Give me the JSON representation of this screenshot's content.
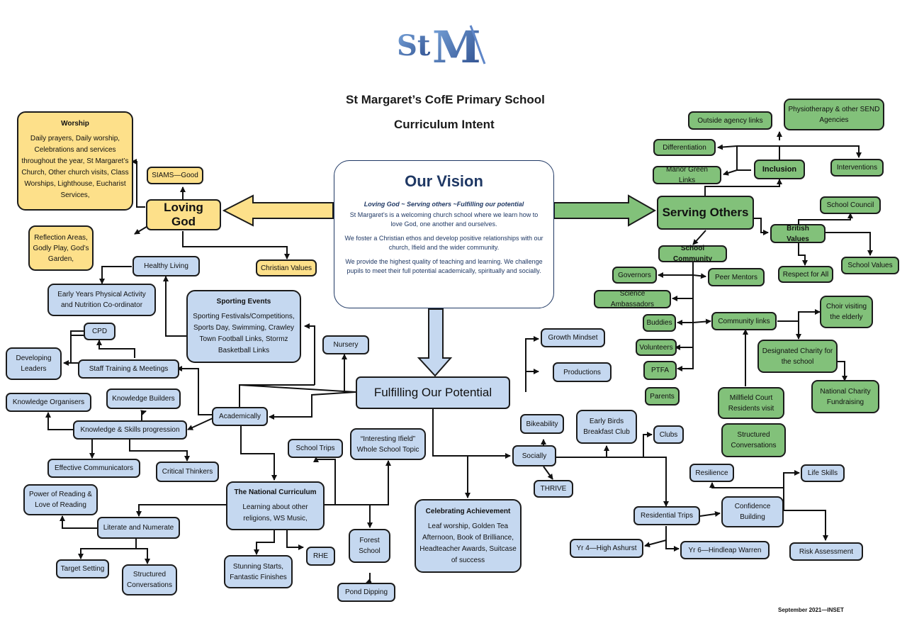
{
  "header": {
    "logo_text": "St M",
    "school_name": "St Margaret’s CofE Primary School",
    "subtitle": "Curriculum Intent"
  },
  "vision": {
    "heading": "Our Vision",
    "tagline": "Loving God ~ Serving others ~Fulfilling our potential",
    "para1": "St Margaret’s is a welcoming church school where we learn how to love God, one another and ourselves.",
    "para2": "We foster a Christian ethos and develop positive relationships with our church, Ifield and the wider community.",
    "para3": "We provide the highest quality of teaching and learning. We challenge pupils to meet their full potential academically, spiritually and socially."
  },
  "loving_god": {
    "title": "Loving God",
    "worship_title": "Worship",
    "worship_text": "Daily prayers, Daily worship, Celebrations and services throughout the year, St Margaret’s Church, Other church visits, Class Worships, Lighthouse, Eucharist Services,",
    "siams": "SIAMS—Good",
    "reflection": "Reflection Areas, Godly Play, God’s Garden,",
    "christian_values": "Christian Values"
  },
  "serving_others": {
    "title": "Serving Others",
    "outside_agency": "Outside agency links",
    "physio": "Physiotherapy & other SEND Agencies",
    "differentiation": "Differentiation",
    "inclusion": "Inclusion",
    "interventions": "Interventions",
    "manor_green": "Manor Green Links",
    "school_council": "School Council",
    "british_values": "British Values",
    "respect": "Respect for All",
    "school_values": "School Values",
    "school_community": "School Community",
    "governors": "Governors",
    "peer_mentors": "Peer Mentors",
    "science_ambassadors": "Science Ambassadors",
    "buddies": "Buddies",
    "community_links": "Community links",
    "choir": "Choir visiting the elderly",
    "volunteers": "Volunteers",
    "designated_charity": "Designated Charity for the school",
    "ptfa": "PTFA",
    "national_charity": "National Charity Fundraising",
    "parents": "Parents",
    "millfield": "Millfield Court Residents visit",
    "structured_conv_green": "Structured Conversations"
  },
  "fulfilling": {
    "title": "Fulfilling Our Potential",
    "growth_mindset": "Growth Mindset",
    "productions": "Productions",
    "nursery": "Nursery",
    "academically": "Academically",
    "healthy_living": "Healthy Living",
    "early_years": "Early Years Physical Activity and Nutrition Co-ordinator",
    "sporting_title": "Sporting Events",
    "sporting_text": "Sporting Festivals/Competitions, Sports Day, Swimming, Crawley Town Football Links, Stormz Basketball Links",
    "cpd": "CPD",
    "developing_leaders": "Developing Leaders",
    "staff_training": "Staff Training & Meetings",
    "knowledge_organisers": "Knowledge Organisers",
    "knowledge_builders": "Knowledge Builders",
    "knowledge_skills": "Knowledge & Skills progression",
    "effective_communicators": "Effective Communicators",
    "critical_thinkers": "Critical Thinkers",
    "school_trips": "School Trips",
    "interesting_ifield": "“Interesting Ifield” Whole School Topic",
    "power_of_reading": "Power of Reading & Love of Reading",
    "national_curriculum_title": "The National Curriculum",
    "national_curriculum_text": "Learning about other religions, WS Music,",
    "literate_numerate": "Literate and Numerate",
    "target_setting": "Target Setting",
    "structured_conv_blue": "Structured Conversations",
    "stunning_starts": "Stunning Starts, Fantastic Finishes",
    "rhe": "RHE",
    "forest_school": "Forest School",
    "pond_dipping": "Pond Dipping",
    "celebrating_title": "Celebrating Achievement",
    "celebrating_text": "Leaf worship, Golden Tea Afternoon, Book of Brilliance, Headteacher Awards, Suitcase of success",
    "bikeability": "Bikeability",
    "early_birds": "Early Birds Breakfast Club",
    "clubs": "Clubs",
    "socially": "Socially",
    "thrive": "THRIVE",
    "resilience": "Resilience",
    "life_skills": "Life Skills",
    "residential": "Residential Trips",
    "confidence": "Confidence Building",
    "yr4": "Yr 4—High Ashurst",
    "yr6": "Yr 6—Hindleap Warren",
    "risk": "Risk Assessment"
  },
  "footer": {
    "date": "September 2021—INSET"
  },
  "colors": {
    "blue": "#c5d8f0",
    "green": "#82c17a",
    "yellow": "#fde08a",
    "navy": "#1f3864"
  }
}
